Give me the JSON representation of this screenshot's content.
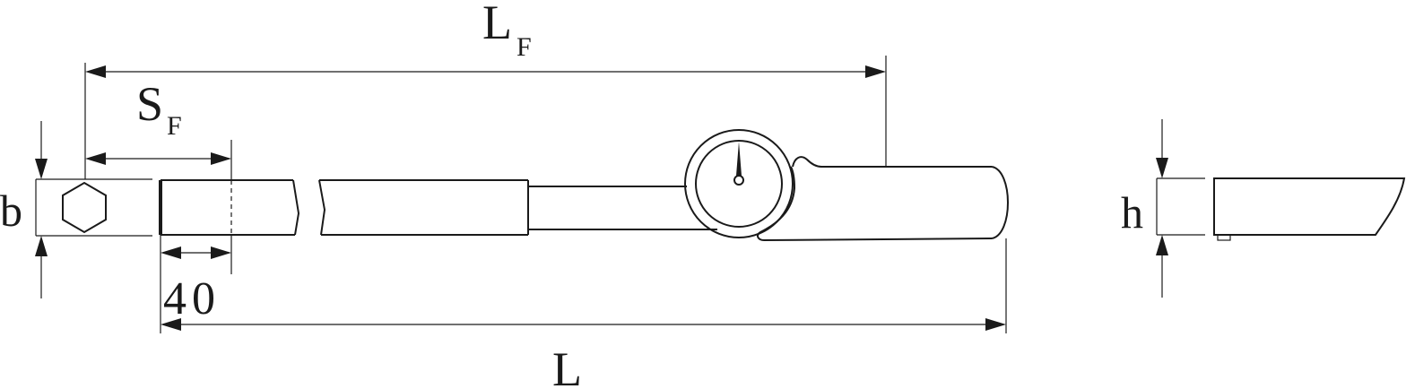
{
  "labels": {
    "lf_main": "L",
    "lf_sub": "F",
    "sf_main": "S",
    "sf_sub": "F",
    "b": "b",
    "h": "h",
    "forty": "40",
    "l": "L"
  }
}
